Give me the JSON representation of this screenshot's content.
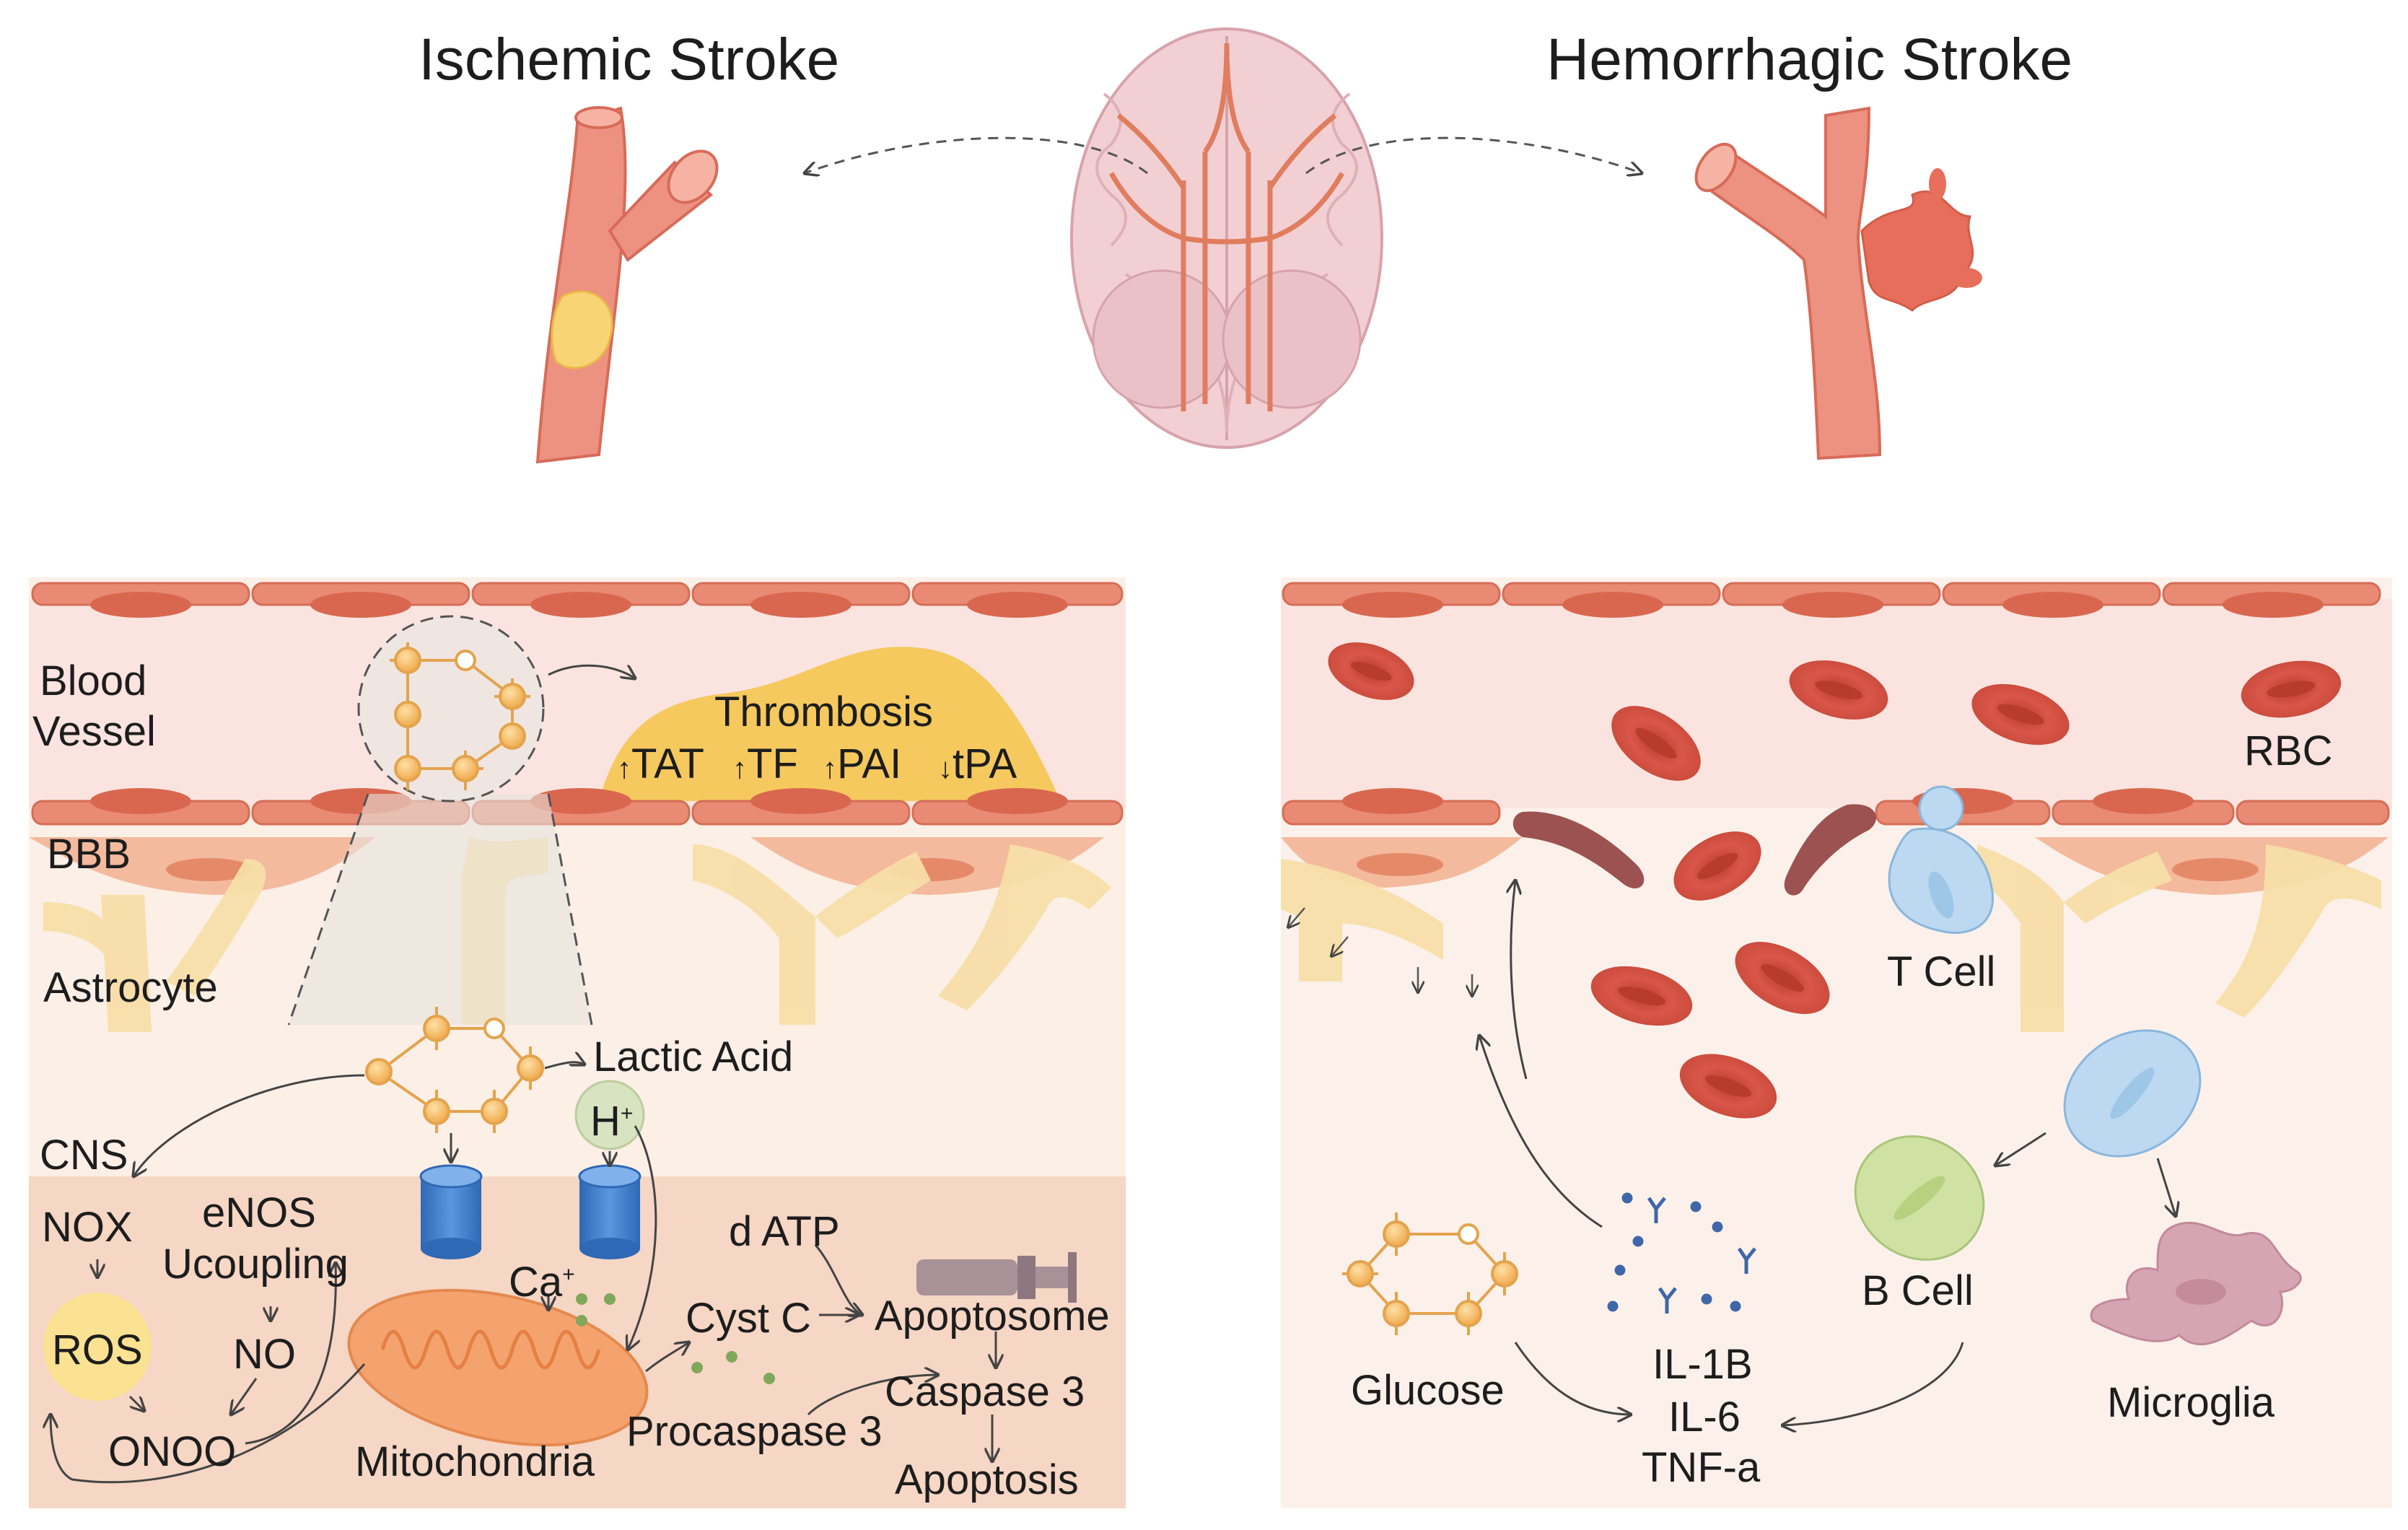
{
  "titles": {
    "ischemic": "Ischemic Stroke",
    "hemorrhagic": "Hemorrhagic Stroke"
  },
  "ischemic": {
    "blood_vessel_1": "Blood",
    "blood_vessel_2": "Vessel",
    "thrombosis": "Thrombosis",
    "markers": [
      {
        "arrow": "↑",
        "label": "TAT"
      },
      {
        "arrow": "↑",
        "label": "TF"
      },
      {
        "arrow": "↑",
        "label": "PAI"
      },
      {
        "arrow": "↓",
        "label": "tPA"
      }
    ],
    "bbb": "BBB",
    "astrocyte": "Astrocyte",
    "lactic_acid": "Lactic Acid",
    "h_ion": "H",
    "h_charge": "+",
    "cns": "CNS",
    "nox": "NOX",
    "enos": "eNOS",
    "ucoupling": "Ucoupling",
    "ros": "ROS",
    "no": "NO",
    "onoo": "ONOO",
    "ca": "Ca",
    "ca_charge": "+",
    "d_atp": "d ATP",
    "cyst_c": "Cyst C",
    "apoptosome": "Apoptosome",
    "caspase3": "Caspase 3",
    "procaspase3": "Procaspase 3",
    "mitochondria": "Mitochondria",
    "apoptosis": "Apoptosis"
  },
  "hemorrhagic": {
    "rbc": "RBC",
    "t_cell": "T Cell",
    "b_cell": "B Cell",
    "microglia": "Microglia",
    "glucose": "Glucose",
    "cytokines": [
      "IL-1B",
      "IL-6",
      "TNF-a"
    ]
  },
  "colors": {
    "vessel": "#e9826a",
    "vessel_dark": "#d9674f",
    "rbc": "#d4533f",
    "astrocyte": "#f6dca0",
    "thrombus": "#f4c653",
    "bg_panel": "#fbeee4",
    "bg_cyto": "#f7dccb",
    "glucose": "#f5bc5f",
    "channel": "#4a86cf",
    "mito": "#f19c6a",
    "t_cell": "#bcd9f1",
    "b_cell": "#cfe2a3",
    "microglia": "#d6a5b4",
    "cytokine": "#3f67a7"
  }
}
